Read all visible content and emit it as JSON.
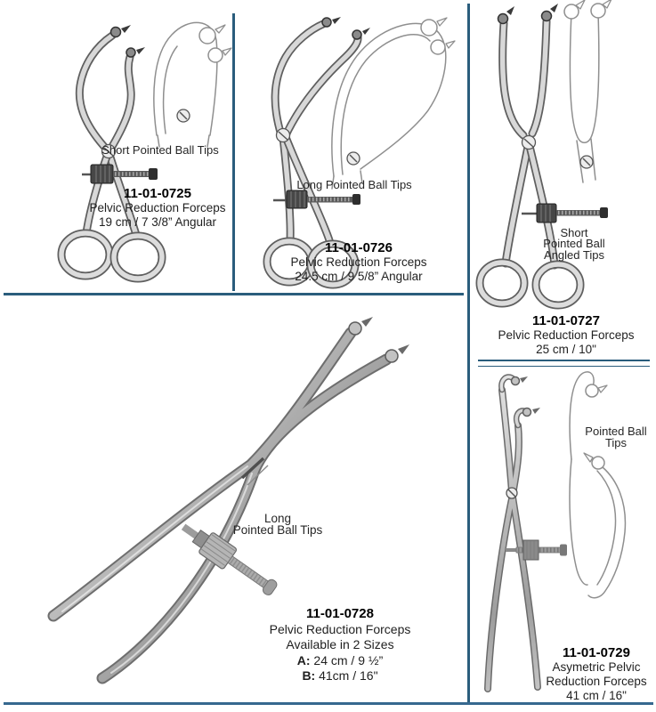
{
  "colors": {
    "divider": "#2A5D7C",
    "bottom_rule": "#36688F",
    "text": "#1A1A1A"
  },
  "products": [
    {
      "tip_label": "Short Pointed Ball Tips",
      "code": "11-01-0725",
      "name": "Pelvic Reduction Forceps",
      "size": "19 cm / 7 3/8” Angular"
    },
    {
      "tip_label": "Long Pointed Ball Tips",
      "code": "11-01-0726",
      "name": "Pelvic Reduction Forceps",
      "size": "24.5 cm / 9 5/8” Angular"
    },
    {
      "tip_label_lines": [
        "Short",
        "Pointed Ball",
        "Angled Tips"
      ],
      "code": "11-01-0727",
      "name": "Pelvic Reduction Forceps",
      "size": "25 cm / 10\""
    },
    {
      "tip_label_lines": [
        "Long",
        "Pointed Ball Tips"
      ],
      "code": "11-01-0728",
      "name": "Pelvic Reduction Forceps",
      "availability": "Available in 2 Sizes",
      "size_a_label": "A:",
      "size_a": "24 cm / 9 ½”",
      "size_b_label": "B:",
      "size_b": "41cm / 16\""
    },
    {
      "tip_label_lines": [
        "Pointed Ball",
        "Tips"
      ],
      "code": "11-01-0729",
      "name_lines": [
        "Asymetric Pelvic",
        "Reduction Forceps"
      ],
      "size": "41 cm / 16\""
    }
  ]
}
